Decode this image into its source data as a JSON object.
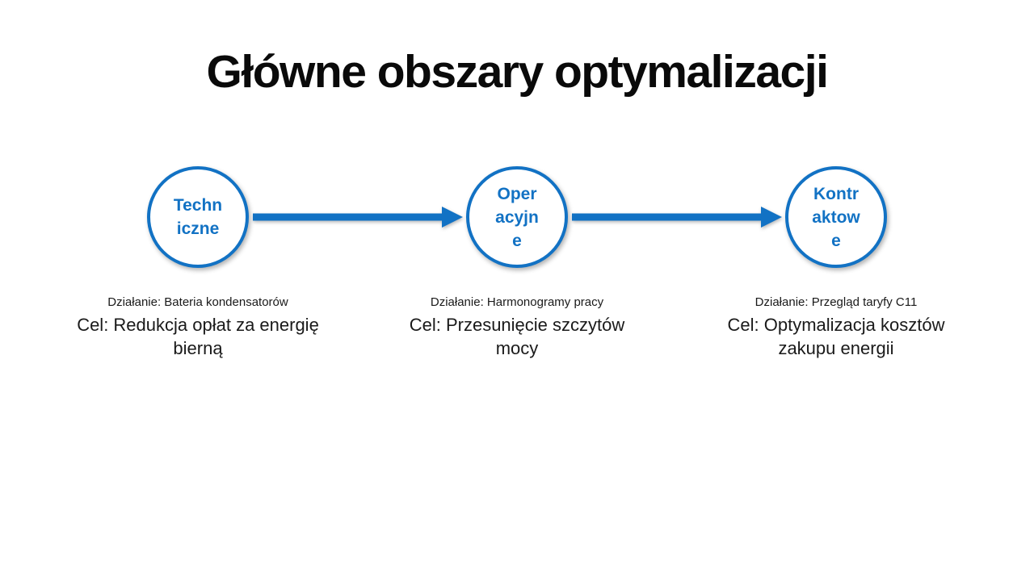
{
  "title": "Główne obszary optymalizacji",
  "colors": {
    "accent": "#1272C4",
    "title": "#0a0a0a",
    "body": "#1a1a1a"
  },
  "diagram": {
    "nodes": [
      {
        "label": "Techniczne",
        "lines": [
          "Techn",
          "iczne"
        ],
        "action": "Działanie: Bateria kondensatorów",
        "goal_lines": [
          "Cel: Redukcja opłat za energię",
          "bierną"
        ]
      },
      {
        "label": "Operacyjne",
        "lines": [
          "Oper",
          "acyjn",
          "e"
        ],
        "action": "Działanie: Harmonogramy pracy",
        "goal_lines": [
          "Cel: Przesunięcie szczytów",
          "mocy"
        ]
      },
      {
        "label": "Kontraktowe",
        "lines": [
          "Kontr",
          "aktow",
          "e"
        ],
        "action": "Działanie: Przegląd taryfy C11",
        "goal_lines": [
          "Cel: Optymalizacja kosztów",
          "zakupu energii"
        ]
      }
    ]
  }
}
